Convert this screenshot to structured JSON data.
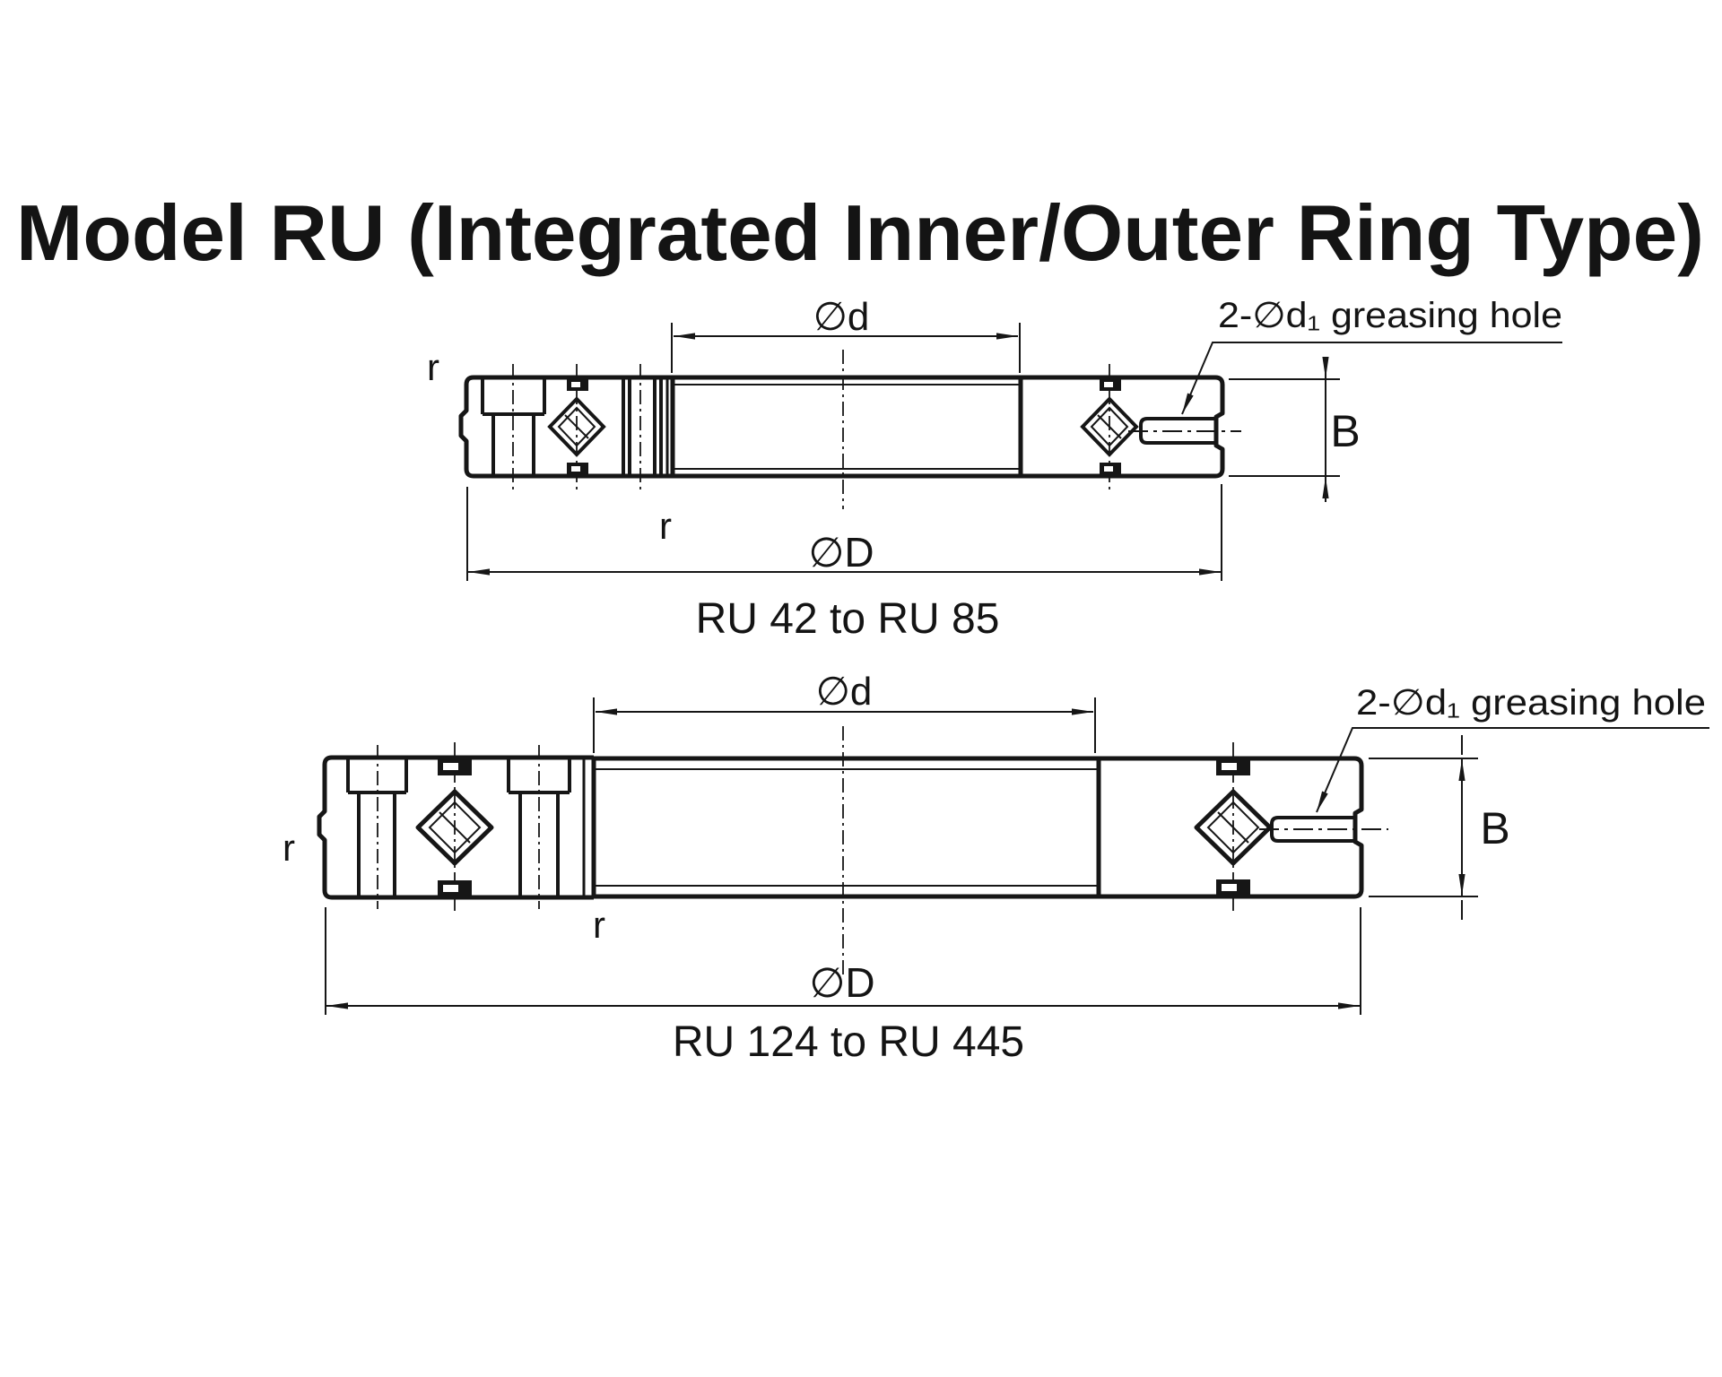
{
  "page": {
    "background": "#ffffff"
  },
  "title": {
    "text": "Model RU (Integrated Inner/Outer Ring Type)",
    "color": "#2382e2"
  },
  "drawing": {
    "line_color": "#161616",
    "top_diagram": {
      "caption": "RU 42 to RU 85",
      "inner_diameter_label": "∅d",
      "outer_diameter_label": "∅D",
      "width_label": "B",
      "outer_edge_radius_label": "r",
      "inner_edge_radius_label": "r",
      "greasing_hole_label": "2-∅d₁ greasing hole"
    },
    "bottom_diagram": {
      "caption": "RU 124 to RU 445",
      "inner_diameter_label": "∅d",
      "outer_diameter_label": "∅D",
      "width_label": "B",
      "outer_edge_radius_label": "r",
      "inner_edge_radius_label": "r",
      "greasing_hole_label": "2-∅d₁ greasing hole"
    }
  }
}
